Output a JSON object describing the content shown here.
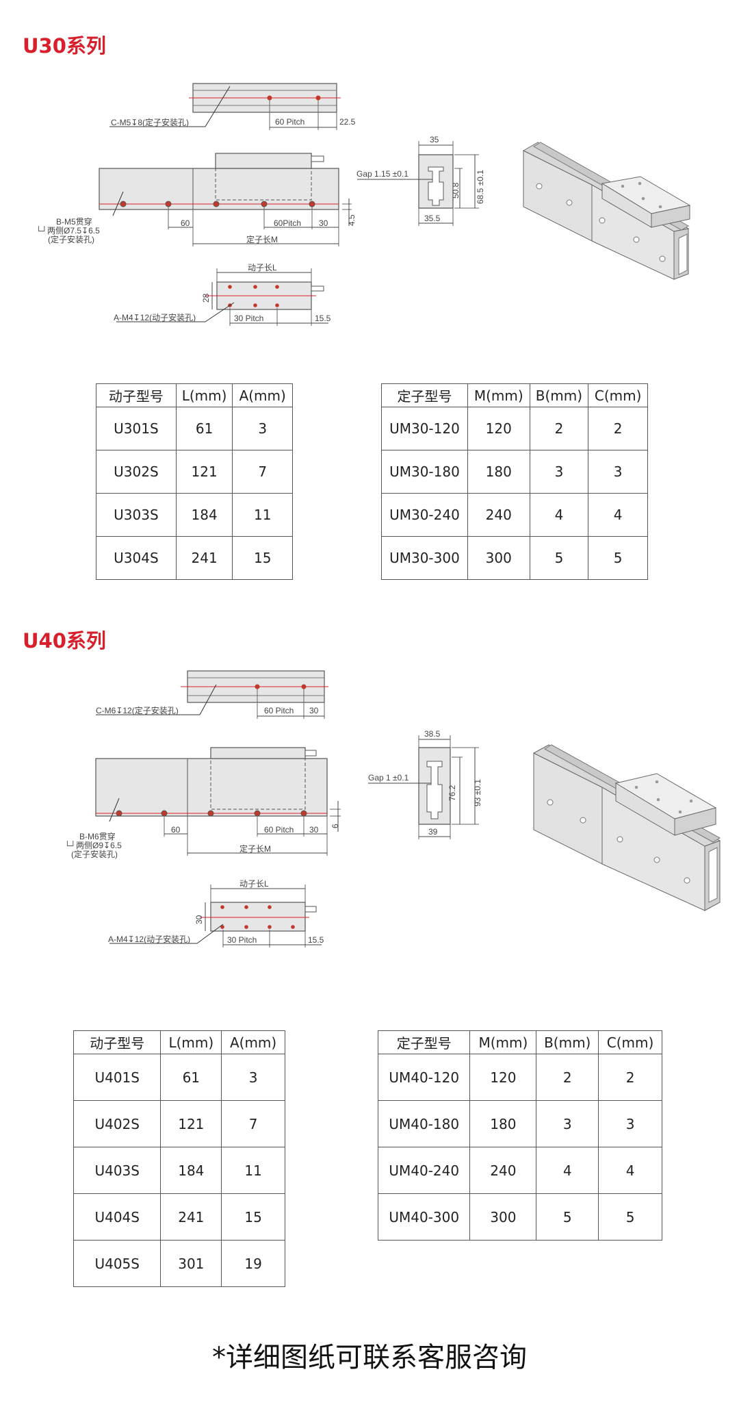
{
  "u30": {
    "title": "U30系列",
    "labels": {
      "c_hole": "C-M5↧8(定子安装孔)",
      "pitch_top": "60 Pitch",
      "end_top": "22.5",
      "b_hole_1": "B-M5贯穿",
      "b_hole_2": "└┘两侧Ø7.5↧6.5",
      "b_hole_3": "(定子安装孔)",
      "first": "60",
      "pitch_mid": "60Pitch",
      "end_mid": "30",
      "height_mid": "4.5",
      "stator_len": "定子长M",
      "mover_len": "动子长L",
      "mover_h": "28",
      "a_hole": "A-M4↧12(动子安装孔)",
      "mover_pitch": "30 Pitch",
      "mover_end": "15.5",
      "sec_width_top": "35",
      "gap": "Gap 1.15 ±0.1",
      "sec_h1": "50.8",
      "sec_h2": "68.5 ±0.1",
      "sec_width_bot": "35.5"
    },
    "mover_table": {
      "headers": [
        "动子型号",
        "L(mm)",
        "A(mm)"
      ],
      "rows": [
        [
          "U301S",
          "61",
          "3"
        ],
        [
          "U302S",
          "121",
          "7"
        ],
        [
          "U303S",
          "184",
          "11"
        ],
        [
          "U304S",
          "241",
          "15"
        ]
      ]
    },
    "stator_table": {
      "headers": [
        "定子型号",
        "M(mm)",
        "B(mm)",
        "C(mm)"
      ],
      "rows": [
        [
          "UM30-120",
          "120",
          "2",
          "2"
        ],
        [
          "UM30-180",
          "180",
          "3",
          "3"
        ],
        [
          "UM30-240",
          "240",
          "4",
          "4"
        ],
        [
          "UM30-300",
          "300",
          "5",
          "5"
        ]
      ]
    }
  },
  "u40": {
    "title": "U40系列",
    "labels": {
      "c_hole": "C-M6↧12(定子安装孔)",
      "pitch_top": "60 Pitch",
      "end_top": "30",
      "b_hole_1": "B-M6贯穿",
      "b_hole_2": "└┘两侧Ø9↧6.5",
      "b_hole_3": "(定子安装孔)",
      "first": "60",
      "pitch_mid": "60 Pitch",
      "end_mid": "30",
      "height_mid": "6",
      "stator_len": "定子长M",
      "mover_len": "动子长L",
      "mover_h": "30",
      "a_hole": "A-M4↧12(动子安装孔)",
      "mover_pitch": "30 Pitch",
      "mover_end": "15.5",
      "sec_width_top": "38.5",
      "gap": "Gap 1 ±0.1",
      "sec_h1": "76.2",
      "sec_h2": "93 ±0.1",
      "sec_width_bot": "39"
    },
    "mover_table": {
      "headers": [
        "动子型号",
        "L(mm)",
        "A(mm)"
      ],
      "rows": [
        [
          "U401S",
          "61",
          "3"
        ],
        [
          "U402S",
          "121",
          "7"
        ],
        [
          "U403S",
          "184",
          "11"
        ],
        [
          "U404S",
          "241",
          "15"
        ],
        [
          "U405S",
          "301",
          "19"
        ]
      ]
    },
    "stator_table": {
      "headers": [
        "定子型号",
        "M(mm)",
        "B(mm)",
        "C(mm)"
      ],
      "rows": [
        [
          "UM40-120",
          "120",
          "2",
          "2"
        ],
        [
          "UM40-180",
          "180",
          "3",
          "3"
        ],
        [
          "UM40-240",
          "240",
          "4",
          "4"
        ],
        [
          "UM40-300",
          "300",
          "5",
          "5"
        ]
      ]
    }
  },
  "footer": {
    "note": "*详细图纸可联系客服咨询"
  },
  "colors": {
    "accent": "#d8202c",
    "part_fill": "#e6e6e6",
    "outline": "#555555",
    "hole": "#c0392b"
  }
}
